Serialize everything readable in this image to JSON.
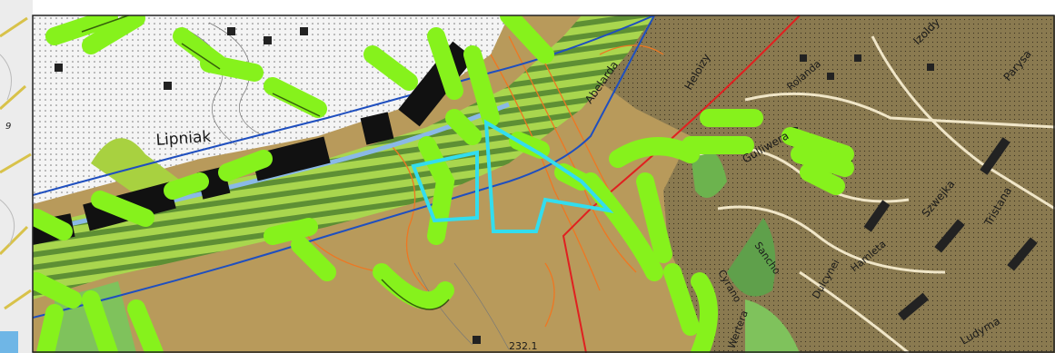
{
  "map": {
    "place_labels": [
      "Lipniak"
    ],
    "street_labels": [
      "Abelarda",
      "Heloizy",
      "Gulliwera",
      "Szwejka",
      "Tristana",
      "Izoldy",
      "Parysa",
      "Ludyma",
      "Dulcynei",
      "Sancho",
      "Cyrano",
      "Rolanda",
      "Hamleta",
      "Wertera"
    ],
    "elevation_label": "232.1",
    "edge_glyph": "9",
    "colors": {
      "terrain_tan": "#b89a5b",
      "developed_brown": "#8a7a50",
      "bright_green": "#86f21c",
      "dark_green_hatch": "#5e8f34",
      "contour_orange": "#ee7722",
      "plot_cyan": "#33ddee",
      "stream_blue": "#1f4fbf",
      "boundary_red": "#e02020",
      "building_black": "#111111"
    }
  }
}
